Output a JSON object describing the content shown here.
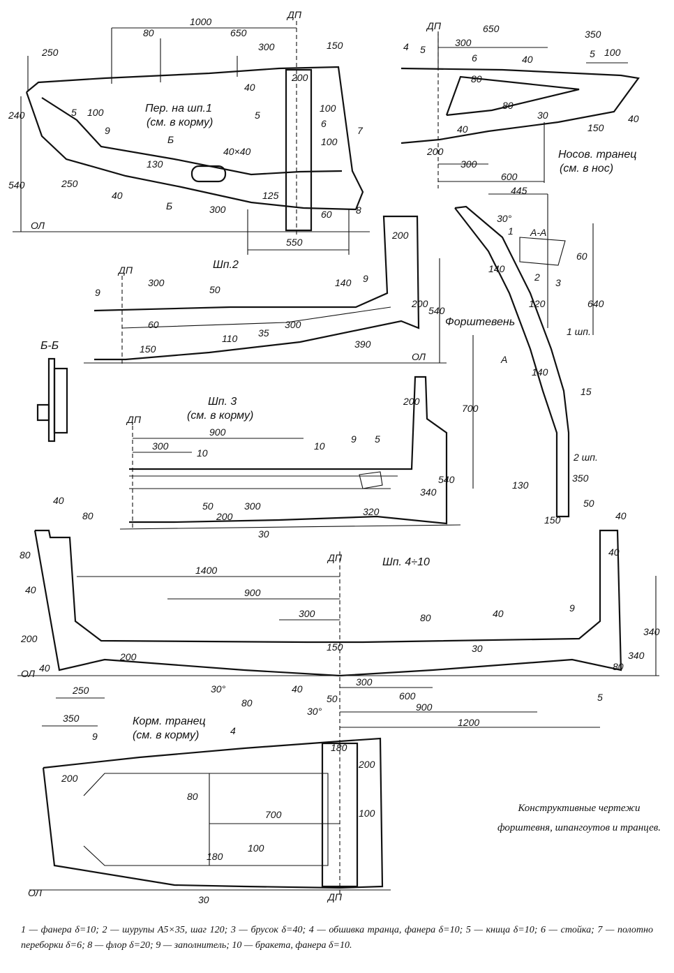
{
  "caption": {
    "line1": "Конструктивные чертежи",
    "line2": "форштевня, шпангоутов и транцев."
  },
  "legend": "1 — фанера δ=10; 2 — шурупы А5×35, шаг 120; 3 — брусок δ=40; 4 — обшивка транца, фанера δ=10; 5 — кница δ=10; 6 — стойка; 7 — полотно переборки δ=6; 8 — флор δ=20; 9 — заполнитель; 10 — бракета, фанера δ=10.",
  "common": {
    "dp": "ДП",
    "ol": "ОЛ"
  },
  "frame1": {
    "title1": "Пер. на шп.1",
    "title2": "(см. в корму)",
    "dims": [
      "1000",
      "650",
      "300",
      "80",
      "250",
      "150",
      "200",
      "100",
      "40",
      "240",
      "540",
      "250",
      "40",
      "130",
      "300",
      "125",
      "60",
      "550",
      "100",
      "100",
      "40×40"
    ],
    "callouts": [
      "5",
      "9",
      "5",
      "6",
      "7",
      "8"
    ],
    "section_mark": "Б"
  },
  "bow_transom": {
    "title1": "Носов. транец",
    "title2": "(см. в нос)",
    "dims": [
      "650",
      "300",
      "350",
      "100",
      "40",
      "80",
      "80",
      "30",
      "40",
      "40",
      "150",
      "200",
      "300",
      "600"
    ],
    "callouts": [
      "4",
      "5",
      "6",
      "5"
    ]
  },
  "stem": {
    "title": "Форштевень",
    "section": "А-А",
    "section_marker": "А",
    "dims": [
      "445",
      "30°",
      "140",
      "60",
      "640",
      "120",
      "140",
      "15",
      "700",
      "130",
      "150",
      "50",
      "350"
    ],
    "frame_labels": [
      "1 шп.",
      "2 шп."
    ],
    "callouts": [
      "1",
      "2",
      "3"
    ]
  },
  "frame2": {
    "title": "Шп.2",
    "dims": [
      "300",
      "50",
      "60",
      "150",
      "110",
      "35",
      "300",
      "140",
      "200",
      "200",
      "540",
      "390"
    ],
    "callouts": [
      "9",
      "9"
    ]
  },
  "section_bb": {
    "title": "Б-Б"
  },
  "frame3": {
    "title1": "Шп. 3",
    "title2": "(см. в корму)",
    "dims": [
      "900",
      "300",
      "50",
      "200",
      "300",
      "30",
      "200",
      "540",
      "340",
      "320"
    ],
    "callouts": [
      "10",
      "10",
      "9",
      "5"
    ]
  },
  "frame4": {
    "title": "Шп. 4÷10",
    "dims": [
      "40",
      "80",
      "80",
      "40",
      "200",
      "40",
      "250",
      "1400",
      "900",
      "300",
      "80",
      "40",
      "30",
      "200",
      "150",
      "40",
      "50",
      "30°",
      "30°",
      "80",
      "300",
      "600",
      "900",
      "1200",
      "40",
      "40",
      "340",
      "340",
      "80"
    ],
    "callouts": [
      "9",
      "5"
    ]
  },
  "stern_transom": {
    "title1": "Корм. транец",
    "title2": "(см. в корму)",
    "dims": [
      "350",
      "200",
      "80",
      "700",
      "100",
      "180",
      "30",
      "180",
      "200",
      "100"
    ],
    "callouts": [
      "9",
      "4"
    ]
  }
}
